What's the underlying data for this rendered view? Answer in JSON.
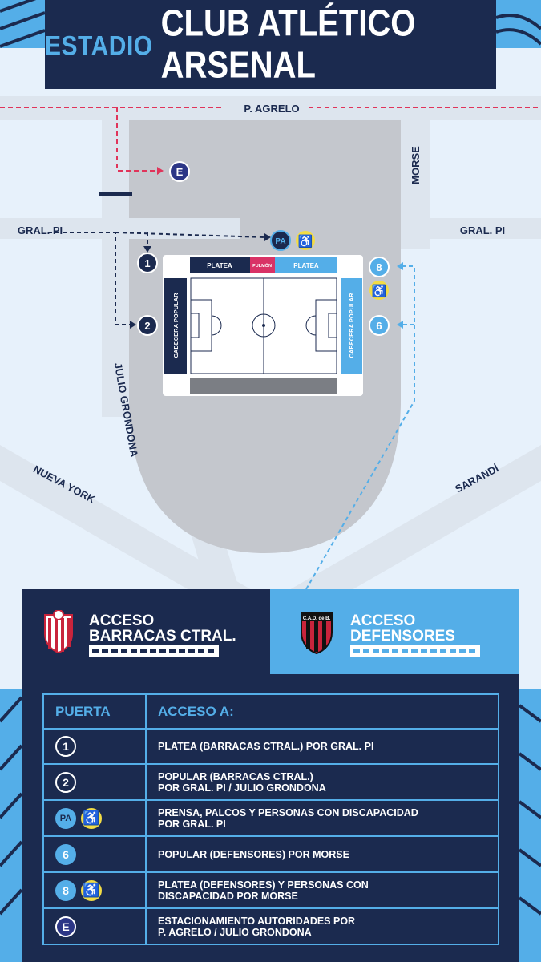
{
  "title": {
    "prefix": "ESTADIO",
    "main": "CLUB ATLÉTICO ARSENAL"
  },
  "streets": {
    "agrelo": "P. AGRELO",
    "pi_left": "GRAL. PI",
    "pi_right": "GRAL. PI",
    "morse": "MORSE",
    "grondona": "JULIO GRONDONA",
    "nueva_york": "NUEVA YORK",
    "sarandi": "SARANDÍ"
  },
  "stands": {
    "platea_left": "PLATEA",
    "pulmon": "PULMÓN",
    "platea_right": "PLATEA",
    "cabecera_left": "CABECERA POPULAR",
    "cabecera_right": "CABECERA POPULAR"
  },
  "map_gates": {
    "g1": "1",
    "g2": "2",
    "pa": "PA",
    "g8": "8",
    "g6": "6",
    "e": "E"
  },
  "access": {
    "barracas_line1": "ACCESO",
    "barracas_line2": "BARRACAS CTRAL.",
    "defensores_line1": "ACCESO",
    "defensores_line2": "DEFENSORES"
  },
  "legend": {
    "col_gate": "PUERTA",
    "col_access": "ACCESO A:",
    "rows": [
      {
        "gate": "1",
        "l1": "PLATEA (BARRACAS CTRAL.) POR GRAL. PI",
        "l2": ""
      },
      {
        "gate": "2",
        "l1": "POPULAR (BARRACAS CTRAL.)",
        "l2": "POR GRAL. PI / JULIO GRONDONA"
      },
      {
        "gate": "PA",
        "l1": "PRENSA, PALCOS Y PERSONAS CON DISCAPACIDAD",
        "l2": "POR GRAL. PI"
      },
      {
        "gate": "6",
        "l1": "POPULAR (DEFENSORES) POR MORSE",
        "l2": ""
      },
      {
        "gate": "8",
        "l1": "PLATEA (DEFENSORES) Y PERSONAS CON",
        "l2": "DISCAPACIDAD POR MORSE"
      },
      {
        "gate": "E",
        "l1": "ESTACIONAMIENTO AUTORIDADES POR",
        "l2": "P. AGRELO / JULIO GRONDONA"
      }
    ]
  },
  "icons": {
    "accessibility": "wheelchair-icon",
    "club_barracas": "barracas-crest-icon",
    "club_defensores": "defensores-crest-icon"
  },
  "crest_defensores_text": "C.A.D. de B.",
  "colors": {
    "navy": "#1b2a4f",
    "light_blue": "#54aee8",
    "red_dash": "#e0345a",
    "yellow": "#f3dc45",
    "street": "#dde5ee",
    "stadium_gray": "#c4c7cd",
    "purple": "#2c3686"
  }
}
